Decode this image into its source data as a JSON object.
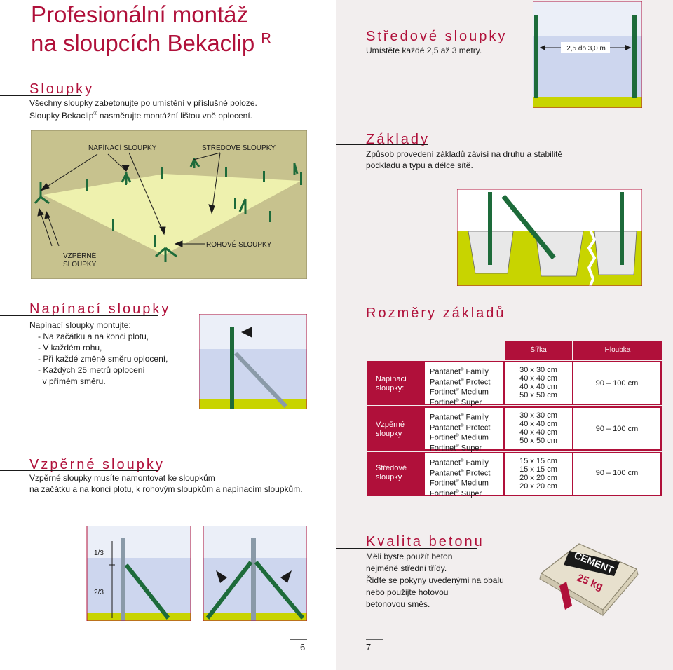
{
  "title": {
    "line1": "Profesionální montáž",
    "line2": "na sloupcích Bekaclip",
    "reg": "R"
  },
  "sloupky": {
    "heading": "Sloupky",
    "line1": "Všechny sloupky zabetonujte po umístění v příslušné poloze.",
    "line2_a": "Sloupky Bekaclip",
    "reg": "®",
    "line2_b": " nasměrujte montážní lištou vně oplocení."
  },
  "site_diagram": {
    "label_napinaci": "NAPÍNACÍ SLOUPKY",
    "label_stredove": "STŘEDOVÉ SLOUPKY",
    "label_vzperne_1": "VZPĚRNÉ",
    "label_vzperne_2": "SLOUPKY",
    "label_rohove": "ROHOVÉ SLOUPKY"
  },
  "stredove": {
    "heading": "Středové sloupky",
    "text": "Umístěte každé 2,5 až 3 metry.",
    "spacing_label": "2,5 do 3,0 m"
  },
  "zaklady": {
    "heading": "Základy",
    "line1": "Způsob provedení základů závisí na druhu a stabilitě",
    "line2": "podkladu a typu a délce sítě."
  },
  "napinaci": {
    "heading": "Napínací sloupky",
    "intro": "Napínací sloupky montujte:",
    "items": [
      "- Na začátku a na konci plotu,",
      "- V každém rohu,",
      "- Při každé změně směru oplocení,",
      "- Každých 25 metrů oplocení",
      "  v přímém směru."
    ]
  },
  "vzperne": {
    "heading": "Vzpěrné sloupky",
    "line1": "Vzpěrné sloupky musíte namontovat ke sloupkům",
    "line2": "na začátku a na konci plotu, k rohovým sloupkům a napínacím sloupkům.",
    "frac_top": "1/3",
    "frac_bottom": "2/3"
  },
  "rozmery": {
    "heading": "Rozměry základů",
    "col_sirka": "Šířka",
    "col_hloubka": "Hloubka",
    "rows": [
      {
        "group": [
          "Napínací",
          "sloupky:"
        ],
        "products": [
          "Pantanet",
          "Pantanet",
          "Fortinet",
          "Fortinet"
        ],
        "variants": [
          " Family",
          " Protect",
          " Medium",
          " Super"
        ],
        "sizes": [
          "30 x 30 cm",
          "40 x 40 cm",
          "40 x 40 cm",
          "50 x 50 cm"
        ],
        "depth": "90 – 100 cm"
      },
      {
        "group": [
          "Vzpěrné",
          "sloupky"
        ],
        "products": [
          "Pantanet",
          "Pantanet",
          "Fortinet",
          "Fortinet"
        ],
        "variants": [
          " Family",
          " Protect",
          " Medium",
          " Super"
        ],
        "sizes": [
          "30 x 30 cm",
          "40 x 40 cm",
          "40 x 40 cm",
          "50 x 50 cm"
        ],
        "depth": "90 – 100 cm"
      },
      {
        "group": [
          "Středové",
          "sloupky"
        ],
        "products": [
          "Pantanet",
          "Pantanet",
          "Fortinet",
          "Fortinet"
        ],
        "variants": [
          " Family",
          " Protect",
          " Medium",
          " Super"
        ],
        "sizes": [
          "15 x 15 cm",
          "15 x 15 cm",
          "20 x 20 cm",
          "20 x 20 cm"
        ],
        "depth": "90 – 100 cm"
      }
    ],
    "reg": "®"
  },
  "kvalita": {
    "heading": "Kvalita betonu",
    "lines": [
      "Měli byste použít beton",
      "nejméně střední třídy.",
      "Řiďte se pokyny uvedenými na obalu",
      "nebo použijte hotovou",
      "betonovou směs."
    ],
    "bag_text1": "CEMENT",
    "bag_text2": "25 kg"
  },
  "pages": {
    "left": "6",
    "right": "7"
  },
  "colors": {
    "accent": "#b0103a",
    "post": "#1d6b3a",
    "grass": "#c8d400",
    "sky": "#cdd6ee",
    "field": "#e9efa6",
    "field_edge": "#c8c490"
  }
}
